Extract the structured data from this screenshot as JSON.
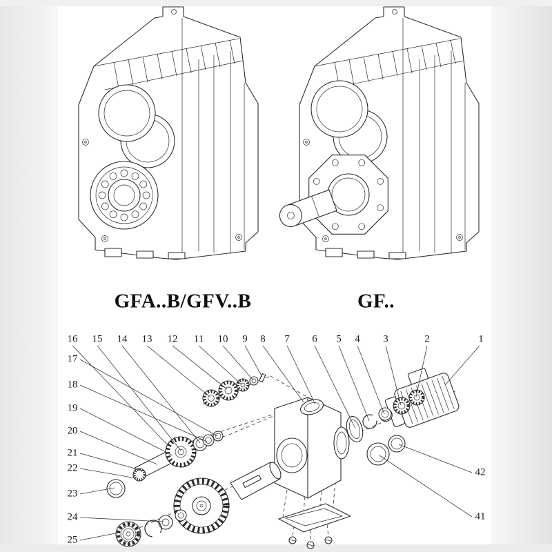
{
  "figures": [
    {
      "label": "GFA..B/GFV..B"
    },
    {
      "label": "GF.."
    }
  ],
  "exploded_view": {
    "callouts": {
      "top_row": [
        "16",
        "15",
        "14",
        "13",
        "12",
        "11",
        "10",
        "9",
        "8",
        "7",
        "6",
        "5",
        "4",
        "3",
        "2",
        "1"
      ],
      "left_column": [
        "17",
        "18",
        "19",
        "20",
        "21",
        "22",
        "23",
        "24",
        "25"
      ],
      "right_column": [
        "42",
        "41"
      ]
    }
  },
  "colors": {
    "line": "#2b2b2b",
    "paper": "#ffffff",
    "margin": "#ececec"
  }
}
